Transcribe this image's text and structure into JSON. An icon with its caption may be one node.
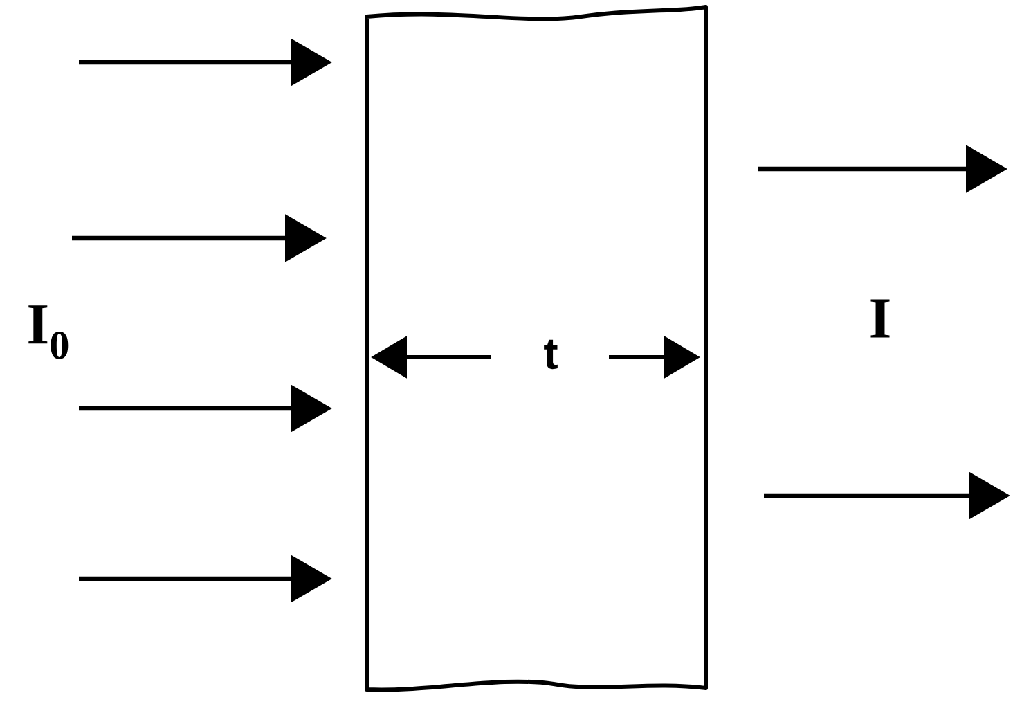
{
  "diagram": {
    "labels": [
      "I$_{0}$",
      "t",
      "I"
    ]
  }
}
